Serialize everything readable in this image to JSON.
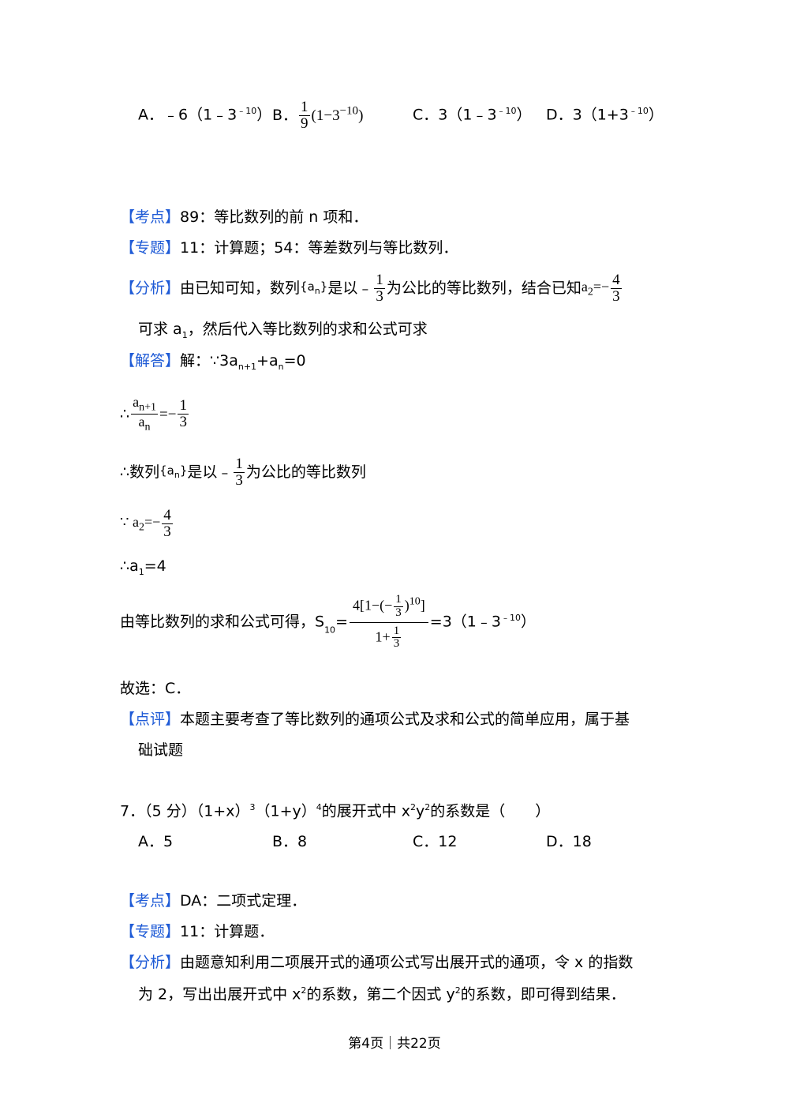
{
  "q6_options": {
    "a": "A．﹣6（1﹣3",
    "a_exp": "﹣10",
    "a_close": "）",
    "b_label": "B．",
    "b_num": "1",
    "b_den": "9",
    "b_body": "(1−3",
    "b_exp": "−10",
    "b_close": ")",
    "c": "C．3（1﹣3",
    "c_exp": "﹣10",
    "c_close": "）",
    "d": "D．3（1+3",
    "d_exp": "﹣10",
    "d_close": "）"
  },
  "tags": {
    "kaodian": "【考点】",
    "zhuanti": "【专题】",
    "fenxi": "【分析】",
    "jieda": "【解答】",
    "dianping": "【点评】"
  },
  "q6": {
    "kaodian": "89：等比数列的前 n 项和．",
    "zhuanti": "11：计算题；54：等差数列与等比数列．",
    "fenxi_1a": "由已知可知，数列",
    "fenxi_1b": "{a",
    "fenxi_1b_sub": "n",
    "fenxi_1c": "}",
    "fenxi_1d": "是以﹣",
    "fenxi_frac_num": "1",
    "fenxi_frac_den": "3",
    "fenxi_1e": "为公比的等比数列，结合已知",
    "fenxi_a2": "a",
    "fenxi_a2_sub": "2",
    "fenxi_eq": "=−",
    "fenxi_a2_num": "4",
    "fenxi_a2_den": "3",
    "fenxi_2a": "可求 a",
    "fenxi_2a_sub": "1",
    "fenxi_2b": "，然后代入等比数列的求和公式可求",
    "jieda_a": "解：∵3a",
    "jieda_sub1": "n+1",
    "jieda_b": "+a",
    "jieda_sub2": "n",
    "jieda_c": "=0",
    "step1_pre": "∴",
    "step1_num": "a",
    "step1_num_sub": "n+1",
    "step1_den": "a",
    "step1_den_sub": "n",
    "step1_eq": "=−",
    "step1_rnum": "1",
    "step1_rden": "3",
    "step2_a": "∴数列",
    "step2_b": "{a",
    "step2_b_sub": "n",
    "step2_c": "}",
    "step2_d": "是以﹣",
    "step2_num": "1",
    "step2_den": "3",
    "step2_e": "为公比的等比数列",
    "step3_pre": "∵ a",
    "step3_sub": "2",
    "step3_eq": "=−",
    "step3_num": "4",
    "step3_den": "3",
    "step4": "∴a",
    "step4_sub": "1",
    "step4_b": "=4",
    "step5_a": "由等比数列的求和公式可得，S",
    "step5_sub": "10",
    "step5_eq": "=",
    "step5_num_a": "4[1−(−",
    "step5_num_fn": "1",
    "step5_num_fd": "3",
    "step5_num_b": ")",
    "step5_num_exp": "10",
    "step5_num_c": "]",
    "step5_den_a": "1+",
    "step5_den_fn": "1",
    "step5_den_fd": "3",
    "step5_res": "=3（1﹣3",
    "step5_res_exp": "﹣10",
    "step5_res_close": "）",
    "gu": "故选：C．",
    "dianping_1": "本题主要考查了等比数列的通项公式及求和公式的简单应用，属于基",
    "dianping_2": "础试题"
  },
  "q7": {
    "stem_a": "7．（5 分）（1+x）",
    "stem_exp1": "3",
    "stem_b": "（1+y）",
    "stem_exp2": "4",
    "stem_c": "的展开式中 x",
    "stem_exp3": "2",
    "stem_d": "y",
    "stem_exp4": "2",
    "stem_e": "的系数是（　　）",
    "opt_a": "A．5",
    "opt_b": "B．8",
    "opt_c": "C．12",
    "opt_d": "D．18",
    "kaodian": "DA：二项式定理．",
    "zhuanti": "11：计算题．",
    "fenxi_1": "由题意知利用二项展开式的通项公式写出展开式的通项，令 x 的指数",
    "fenxi_2a": "为 2，写出出展开式中 x",
    "fenxi_2a_exp": "2",
    "fenxi_2b": "的系数，第二个因式 y",
    "fenxi_2b_exp": "2",
    "fenxi_2c": "的系数，即可得到结果．"
  },
  "footer": "第4页｜共22页"
}
